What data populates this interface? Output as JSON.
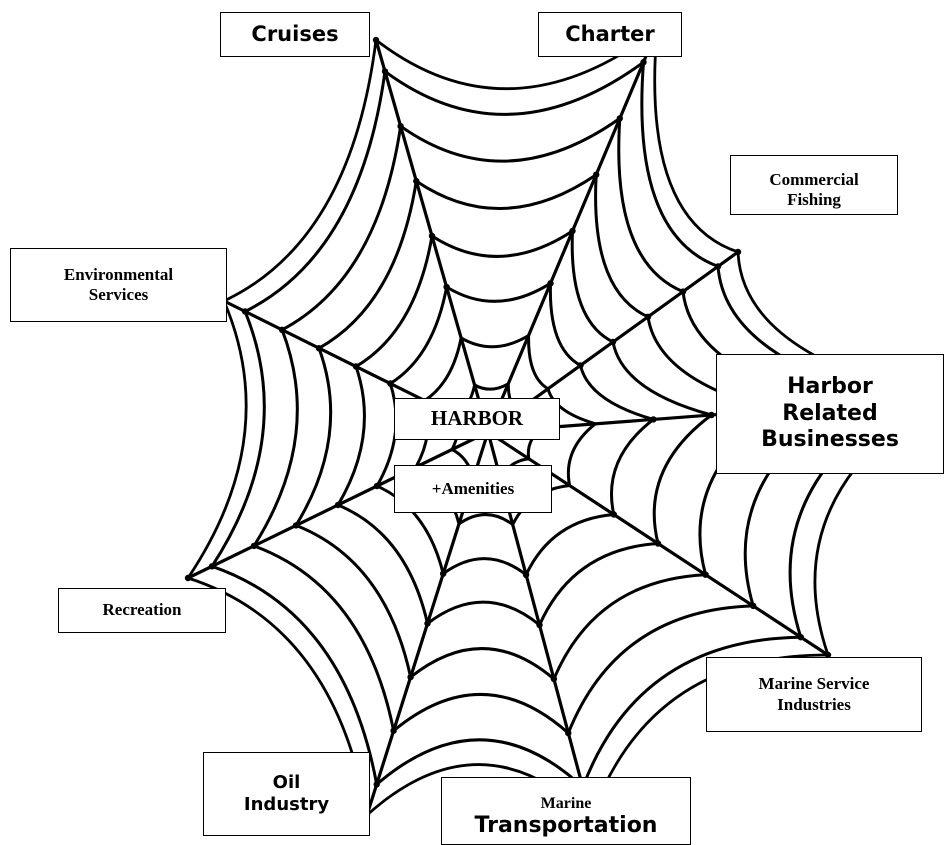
{
  "diagram": {
    "center": {
      "title": "HARBOR",
      "subtitle": "+Amenities"
    },
    "nodes": [
      {
        "id": "cruises",
        "lines": [
          "Cruises"
        ]
      },
      {
        "id": "charter",
        "lines": [
          "Charter"
        ]
      },
      {
        "id": "commercial-fishing",
        "lines": [
          "Commercial",
          "Fishing"
        ]
      },
      {
        "id": "environmental-services",
        "lines": [
          "Environmental",
          "Services"
        ]
      },
      {
        "id": "harbor-related-businesses",
        "lines": [
          "Harbor",
          "Related",
          "Businesses"
        ]
      },
      {
        "id": "recreation",
        "lines": [
          "Recreation"
        ]
      },
      {
        "id": "marine-service-industries",
        "lines": [
          "Marine Service",
          "Industries"
        ]
      },
      {
        "id": "oil-industry",
        "lines": [
          "Oil",
          "Industry"
        ]
      },
      {
        "id": "marine-transportation",
        "lines": [
          "Marine",
          "Transportation"
        ]
      }
    ],
    "colors": {
      "web": "#000000",
      "box_border": "#000000",
      "background": "#ffffff"
    }
  }
}
